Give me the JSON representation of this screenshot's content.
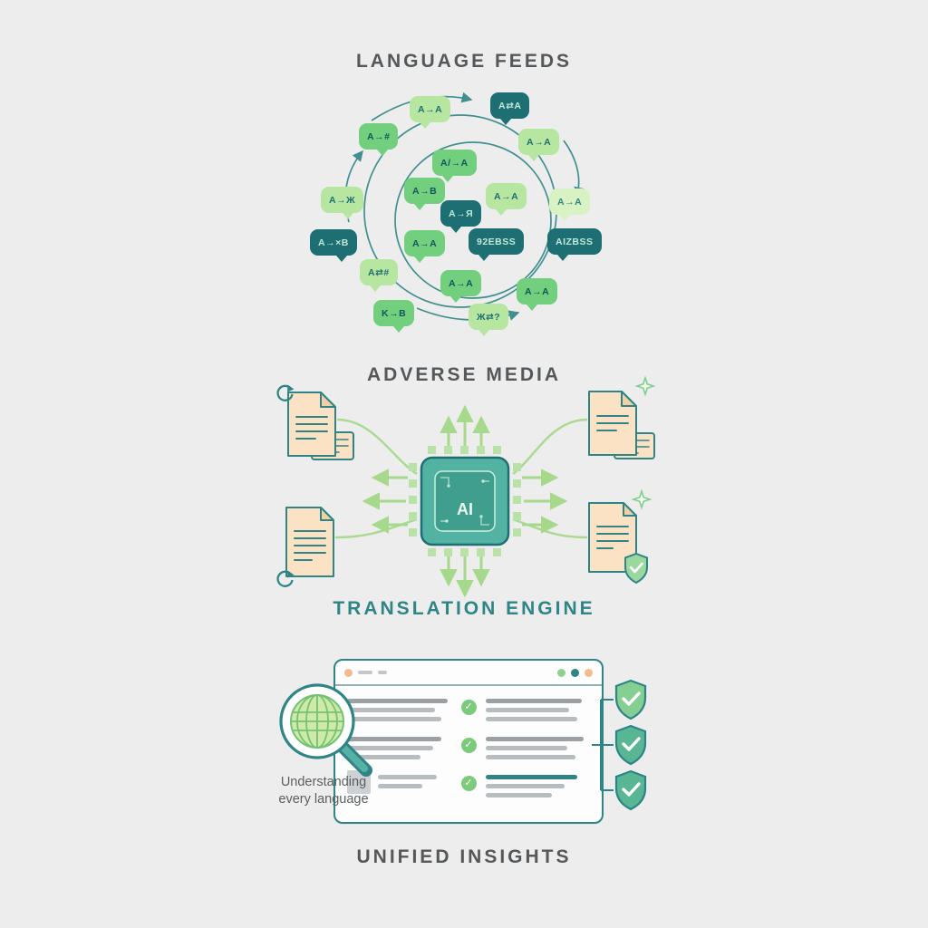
{
  "titles": {
    "language_feeds": "LANGUAGE FEEDS",
    "adverse_media": "ADVERSE MEDIA",
    "translation_engine": "TRANSLATION ENGINE",
    "unified_insights": "UNIFIED INSIGHTS"
  },
  "cluster": {
    "bubbles": [
      {
        "label": "A→A"
      },
      {
        "label": "A⇄A"
      },
      {
        "label": "A→#"
      },
      {
        "label": "A→A"
      },
      {
        "label": "A/→A"
      },
      {
        "label": "A→Ж"
      },
      {
        "label": "A→B"
      },
      {
        "label": "A→Я"
      },
      {
        "label": "A→A"
      },
      {
        "label": "A→A"
      },
      {
        "label": "A→×B"
      },
      {
        "label": "A→A"
      },
      {
        "label": "92EBSS"
      },
      {
        "label": "AIZBSS"
      },
      {
        "label": "A⇄#"
      },
      {
        "label": "A→A"
      },
      {
        "label": "A→A"
      },
      {
        "label": "K→B"
      },
      {
        "label": "Ж⇄?"
      }
    ]
  },
  "engine": {
    "chip_label": "AI"
  },
  "insights": {
    "caption_line1": "Understanding",
    "caption_line2": "every language"
  },
  "icons": {
    "check": "✓"
  },
  "colors": {
    "teal": "#2f8585",
    "dark_teal": "#1e6f74",
    "green": "#72cf7e",
    "light_green": "#b7e6a0",
    "pale_green": "#d9f2c4",
    "doc_peach": "#fbe2c4",
    "arrow_green": "#a7d98c",
    "dot_peach": "#f5b98e",
    "check_green": "#7ccb7c",
    "background": "#ededed"
  }
}
